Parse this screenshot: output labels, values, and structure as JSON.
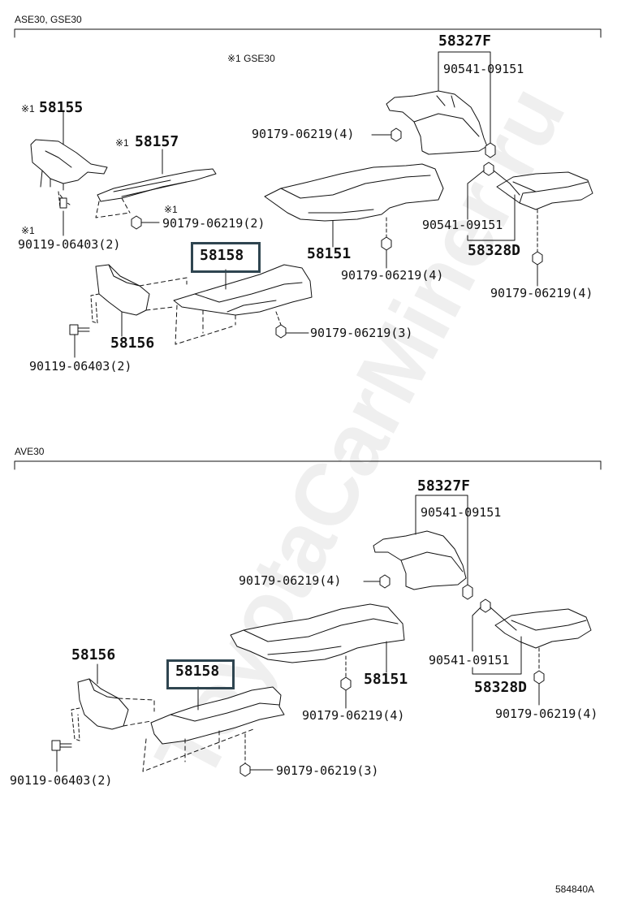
{
  "watermark": "ToyotaCarMiner.ru",
  "figure_id": "584840A",
  "sections": [
    {
      "title": "ASE30, GSE30",
      "note": "※1 GSE30",
      "labels": {
        "p58327F": "58327F",
        "p90541a": "90541-09151",
        "p90179a": "90179-06219(4)",
        "p58155": "58155",
        "p58155_mark": "※1",
        "p58157": "58157",
        "p58157_mark": "※1",
        "p90179b_mark": "※1",
        "p90179b": "90179-06219(2)",
        "p90119a_mark": "※1",
        "p90119a": "90119-06403(2)",
        "p58158": "58158",
        "p58151": "58151",
        "p90541b": "90541-09151",
        "p58328D": "58328D",
        "p90179c": "90179-06219(4)",
        "p90179d": "90179-06219(4)",
        "p58156": "58156",
        "p90179e": "90179-06219(3)",
        "p90119b": "90119-06403(2)"
      }
    },
    {
      "title": "AVE30",
      "labels": {
        "p58327F": "58327F",
        "p90541a": "90541-09151",
        "p90179a": "90179-06219(4)",
        "p58156": "58156",
        "p58158": "58158",
        "p58151": "58151",
        "p90179c": "90179-06219(4)",
        "p90541b": "90541-09151",
        "p58328D": "58328D",
        "p90179d": "90179-06219(4)",
        "p90119": "90119-06403(2)",
        "p90179e": "90179-06219(3)"
      }
    }
  ]
}
